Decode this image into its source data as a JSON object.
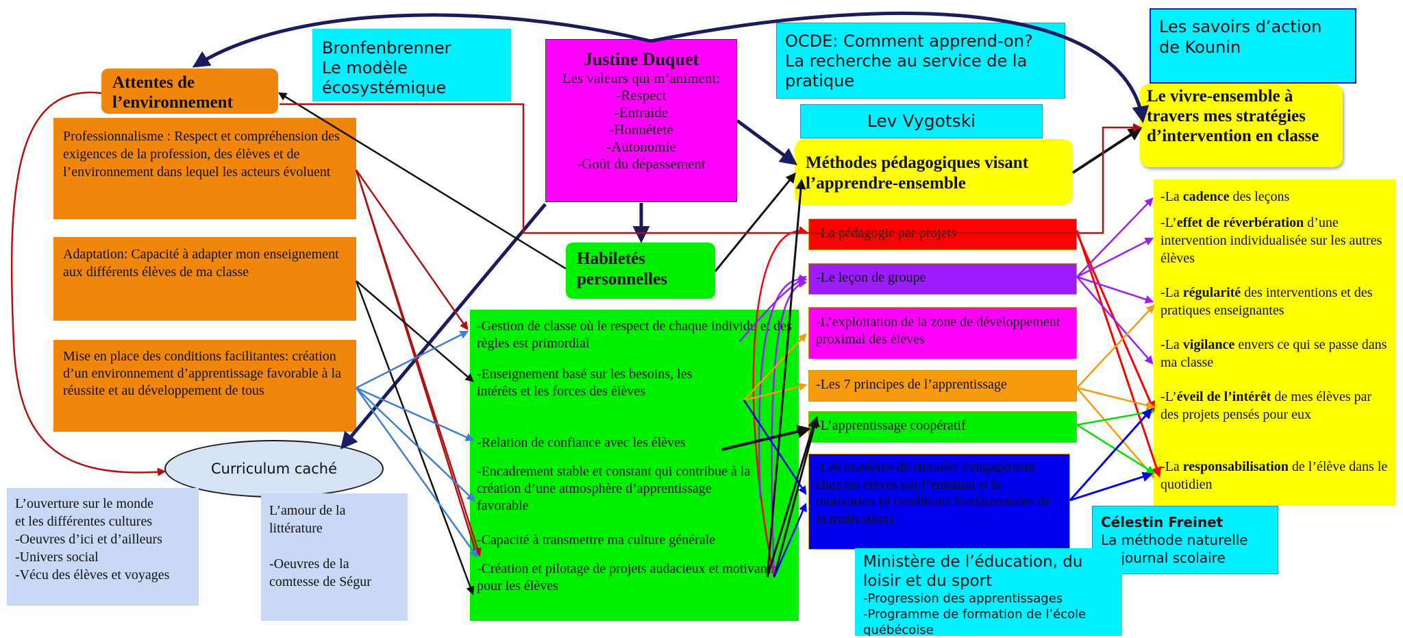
{
  "attentes": {
    "l1": "Attentes de",
    "l2": "l’environnement"
  },
  "bronfenbrenner": {
    "l1": "Bronfenbrenner",
    "l2": "Le modèle",
    "l3": "écosystémique"
  },
  "duquet": {
    "title": "Justine Duquet",
    "sub": "Les valeurs qui m’animent:",
    "values": [
      "-Respect",
      "-Entraide",
      "-Honnêteté",
      "-Autonomie",
      "-Goût du dépassement"
    ]
  },
  "ocde": {
    "text": "OCDE: Comment apprend-on? La recherche au service de la pratique"
  },
  "kounin": {
    "text": "Les savoirs d’action de Kounin"
  },
  "vivre": {
    "text": "Le vivre-ensemble à travers mes stratégies d’intervention en classe"
  },
  "vygotski": {
    "text": "Lev Vygotski"
  },
  "methodes": {
    "text": "Méthodes pédagogiques visant l’apprendre-ensemble"
  },
  "professionnalisme": {
    "text": "Professionnalisme : Respect et compréhension des exigences de la profession, des élèves et  de l’environnement dans lequel les acteurs évoluent"
  },
  "adaptation": {
    "text": "Adaptation: Capacité à adapter mon enseignement aux différents élèves de ma classe"
  },
  "conditions": {
    "text": "Mise en place des conditions facilitantes: création d’un environnement d’apprentissage favorable à la réussite et au développement de tous"
  },
  "habiletes": {
    "l1": "Habiletés",
    "l2": "personnelles"
  },
  "curriculum": {
    "text": "Curriculum caché"
  },
  "ouverture": {
    "lines": [
      "L’ouverture sur le monde",
      "et les différentes cultures",
      "-Oeuvres d’ici et d’ailleurs",
      "-Univers social",
      "-Vécu des élèves et voyages"
    ]
  },
  "amour": {
    "lines": [
      "L’amour de la",
      "littérature",
      "",
      "-Oeuvres de la",
      "comtesse de Ségur"
    ]
  },
  "green_items": [
    "-Gestion de classe où le respect de chaque individu et des règles est primordial",
    "-Enseignement basé sur les besoins, les intérêts et les forces des élèves",
    "-Relation de confiance avec les élèves",
    "-Encadrement stable et constant qui contribue à la création d’une atmosphère d’apprentissage favorable",
    "-Capacité à transmettre ma culture générale",
    "-Création et pilotage de projets audacieux et motivants pour les élèves"
  ],
  "methods": [
    {
      "text": "-La pédagogie par projets",
      "color": "#ff0000"
    },
    {
      "text": "-Le leçon de groupe",
      "color": "#9b1cff"
    },
    {
      "text": "-L’exploitation de la zone de développement proximal des élèves",
      "color": "#ff00ff"
    },
    {
      "text": "-Les 7 principes de l’apprentissage",
      "color": "#f79a0b"
    },
    {
      "text": "-L’apprentissage coopératif",
      "color": "#00f000"
    },
    {
      "text": "-Les manières de stimuler l’engagement chez les élèves par l’émotion et la motivation (8 conditions fondamentales de la motivation)",
      "color": "#0000ee"
    }
  ],
  "kounin_items": [
    {
      "pre": "-La ",
      "bold": "cadence",
      "post": " des leçons"
    },
    {
      "pre": "-L’",
      "bold": "effet de réverbération",
      "post": " d’une intervention individualisée sur les autres élèves"
    },
    {
      "pre": "-La ",
      "bold": "régularité",
      "post": " des interventions et des pratiques enseignantes"
    },
    {
      "pre": "-La ",
      "bold": "vigilance",
      "post": " envers ce qui se passe dans ma classe"
    },
    {
      "pre": "-L’",
      "bold": "éveil de l’intérêt",
      "post": " de mes élèves par des projets pensés pour eux"
    },
    {
      "pre": "-La ",
      "bold": "responsabilisation",
      "post": " de l’élève dans le quotidien"
    }
  ],
  "freinet": {
    "title": "Célestin Freinet",
    "l1": "La méthode naturelle",
    "l2": "Le journal scolaire"
  },
  "ministere": {
    "title": "Ministère de l’éducation, du loisir et du sport",
    "l1": "-Progression des apprentissages",
    "l2": "-Programme de formation de l’école québécoise"
  }
}
